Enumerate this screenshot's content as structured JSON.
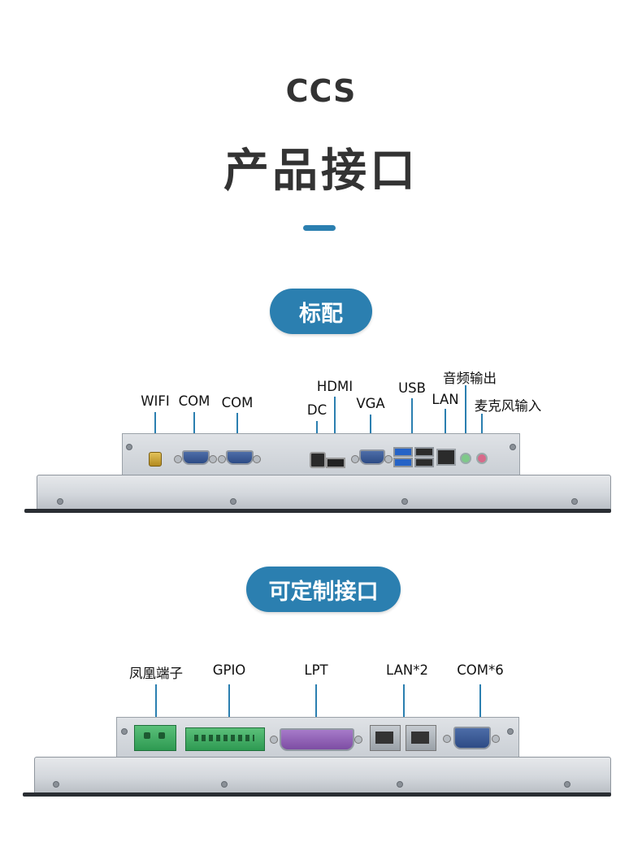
{
  "header": {
    "brand": "CCS",
    "title": "产品接口"
  },
  "sections": {
    "standard": {
      "badge": "标配",
      "labels": {
        "wifi": "WIFI",
        "com1": "COM",
        "com2": "COM",
        "dc": "DC",
        "hdmi": "HDMI",
        "vga": "VGA",
        "usb": "USB",
        "lan": "LAN",
        "audio_out": "音频输出",
        "mic_in": "麦克风输入"
      }
    },
    "custom": {
      "badge": "可定制接口",
      "labels": {
        "phoenix": "凤凰端子",
        "gpio": "GPIO",
        "lpt": "LPT",
        "lan2": "LAN*2",
        "com6": "COM*6"
      }
    }
  },
  "colors": {
    "accent": "#2b7fb0",
    "title_text": "#333333",
    "label_text": "#111111",
    "connector_green": "#3aab5e",
    "connector_purple": "#8d5ab5",
    "connector_blue": "#3a5a98"
  }
}
